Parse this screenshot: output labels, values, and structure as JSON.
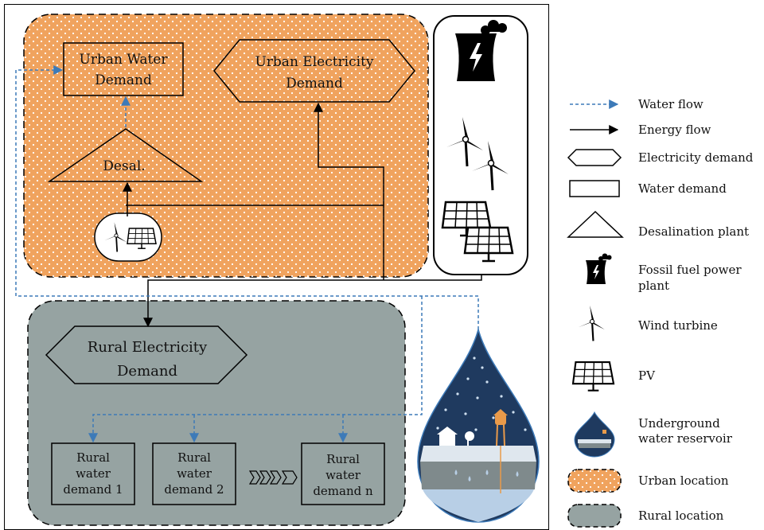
{
  "urban": {
    "water_demand": [
      "Urban Water",
      "Demand"
    ],
    "electricity_demand": [
      "Urban Electricity",
      "Demand"
    ],
    "desal": "Desal."
  },
  "rural": {
    "electricity_demand": [
      "Rural Electricity",
      "Demand"
    ],
    "water_demands": [
      [
        "Rural",
        "water",
        "demand 1"
      ],
      [
        "Rural",
        "water",
        "demand 2"
      ],
      [
        "Rural",
        "water",
        "demand n"
      ]
    ]
  },
  "legend": {
    "water_flow": "Water flow",
    "energy_flow": "Energy flow",
    "electricity_demand": "Electricity demand",
    "water_demand": "Water demand",
    "desalination_plant": "Desalination plant",
    "fossil_fuel": [
      "Fossil fuel power",
      "plant"
    ],
    "wind_turbine": "Wind turbine",
    "pv": "PV",
    "underground": [
      "Underground",
      "water reservoir"
    ],
    "urban_location": "Urban location",
    "rural_location": "Rural location"
  },
  "colors": {
    "urban_fill": "#f0a35e",
    "rural_fill": "#96a3a2",
    "water_flow": "#3d7ab8",
    "energy_flow": "#000000",
    "drop_fill": "#1f3a5f"
  }
}
